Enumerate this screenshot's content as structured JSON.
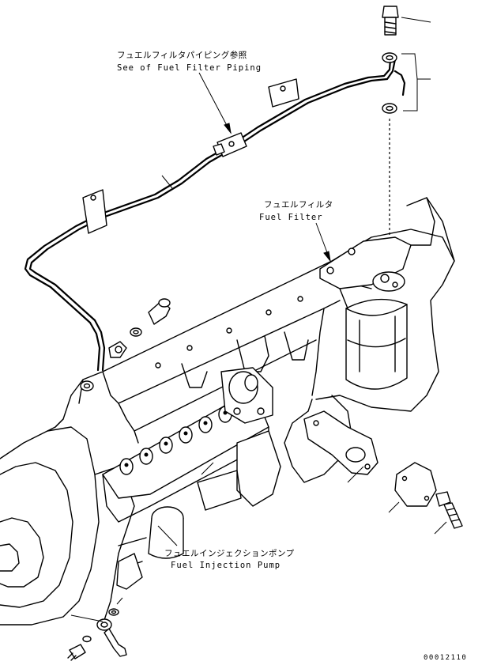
{
  "labels": {
    "fuel_filter_piping_jp": "フュエルフィルタパイピング参照",
    "fuel_filter_piping_en": "See of Fuel Filter Piping",
    "fuel_filter_jp": "フュエルフィルタ",
    "fuel_filter_en": "Fuel Filter",
    "injection_pump_jp": "フュエルインジェクションポンプ",
    "injection_pump_en": "Fuel Injection Pump"
  },
  "drawing_code": "00012110"
}
